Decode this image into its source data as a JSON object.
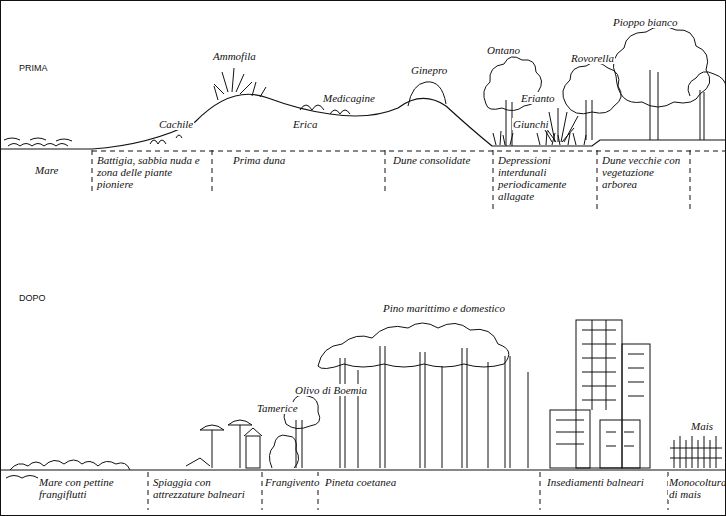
{
  "diagram": {
    "labels": [
      "PRIMA",
      "Cachile",
      "Ammofila",
      "Medicagine",
      "Erica",
      "Ginepro",
      "Ontano",
      "Giunchi",
      "Rovorella",
      "Erianto",
      "Pioppo bianco",
      "Mare",
      "Battigia, sabbia nuda e zona delle piante pioniere",
      "Prima duna",
      "Dune consolidate",
      "Depressioni interdunali periodicamente allagate",
      "Dune vecchie con vegetazione arborea",
      "DOPO",
      "Pino marittimo e domestico",
      "Olivo di Boemia",
      "Tamerice",
      "Mais",
      "Mare con pettine frangiflutti",
      "Spiaggia con attrezzature balneari",
      "Frangivento",
      "Pineta coetanea",
      "Insediamenti balneari",
      "Monocoltura di mais"
    ]
  }
}
